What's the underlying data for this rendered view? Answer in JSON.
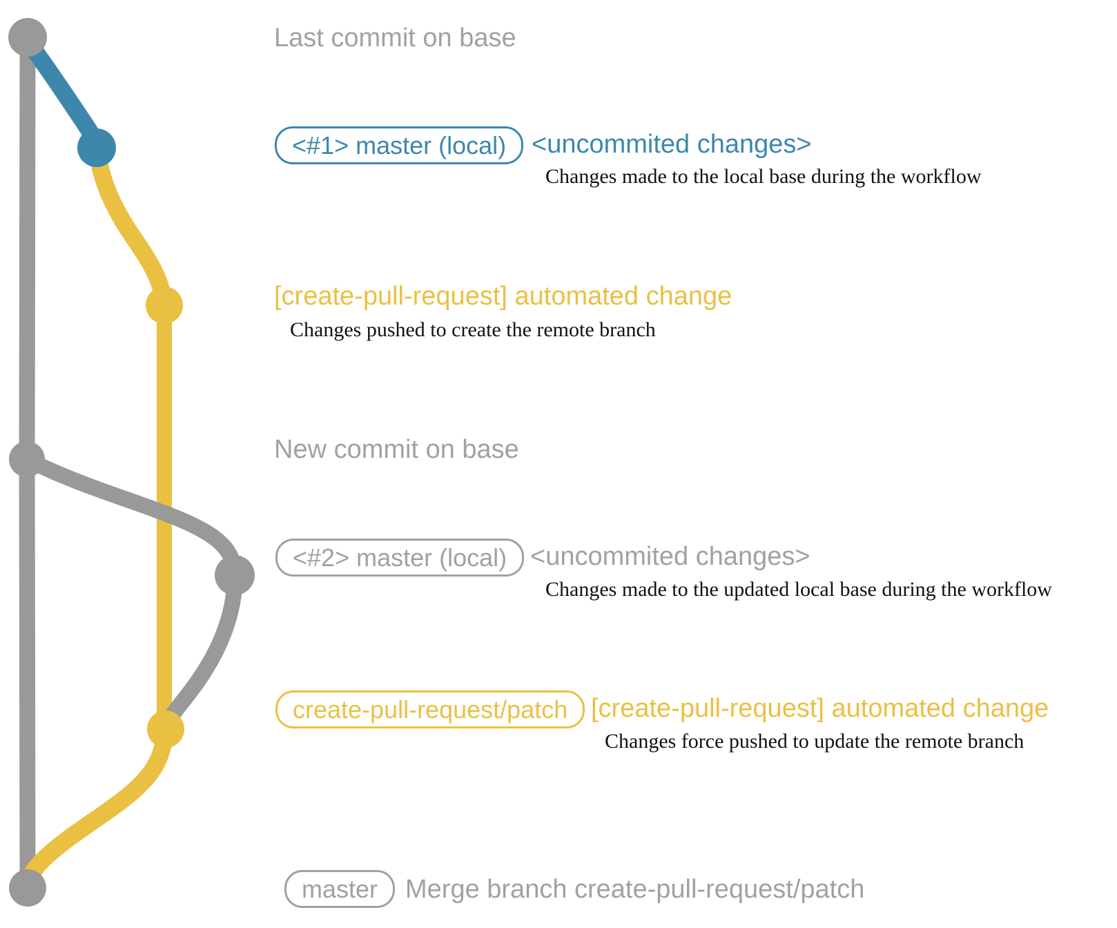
{
  "colors": {
    "gray": "#999999",
    "gray_text": "#a1a1a1",
    "blue": "#3d87ac",
    "yellow": "#eac043",
    "ink": "#111111"
  },
  "annotations": {
    "last_commit": {
      "text": "Last commit on base"
    },
    "workflow1": {
      "badge": "<#1> master (local)",
      "side": "<uncommited changes>",
      "sub": "Changes made to the local base during the workflow"
    },
    "automated1": {
      "text": "[create-pull-request] automated change",
      "sub": "Changes pushed to create the remote branch"
    },
    "new_commit": {
      "text": "New commit on base"
    },
    "workflow2": {
      "badge": "<#2> master (local)",
      "side": "<uncommited changes>",
      "sub": "Changes made to the updated local base during the workflow"
    },
    "automated2": {
      "badge": "create-pull-request/patch",
      "side": "[create-pull-request] automated change",
      "sub": "Changes force pushed to update the remote branch"
    },
    "merge": {
      "badge": "master",
      "side": "Merge branch create-pull-request/patch"
    }
  }
}
